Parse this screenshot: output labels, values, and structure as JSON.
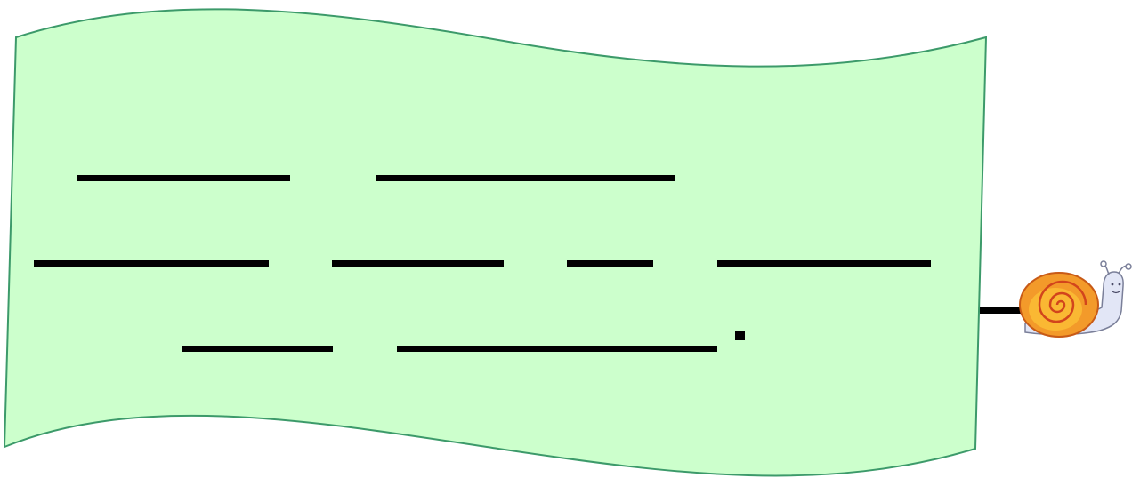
{
  "banner": {
    "fill_color": "#ccffcc",
    "stroke_color": "#3c9a6a",
    "rows": [
      {
        "blank_count": 2
      },
      {
        "blank_count": 4
      },
      {
        "blank_count": 2,
        "ends_with_period": true
      }
    ],
    "period_mark": "."
  },
  "connector": {
    "color": "#000000"
  },
  "snail": {
    "icon": "snail-icon",
    "shell_color": "#f39a2a",
    "shell_highlight": "#ffd23a",
    "body_color": "#e2e6f6"
  }
}
